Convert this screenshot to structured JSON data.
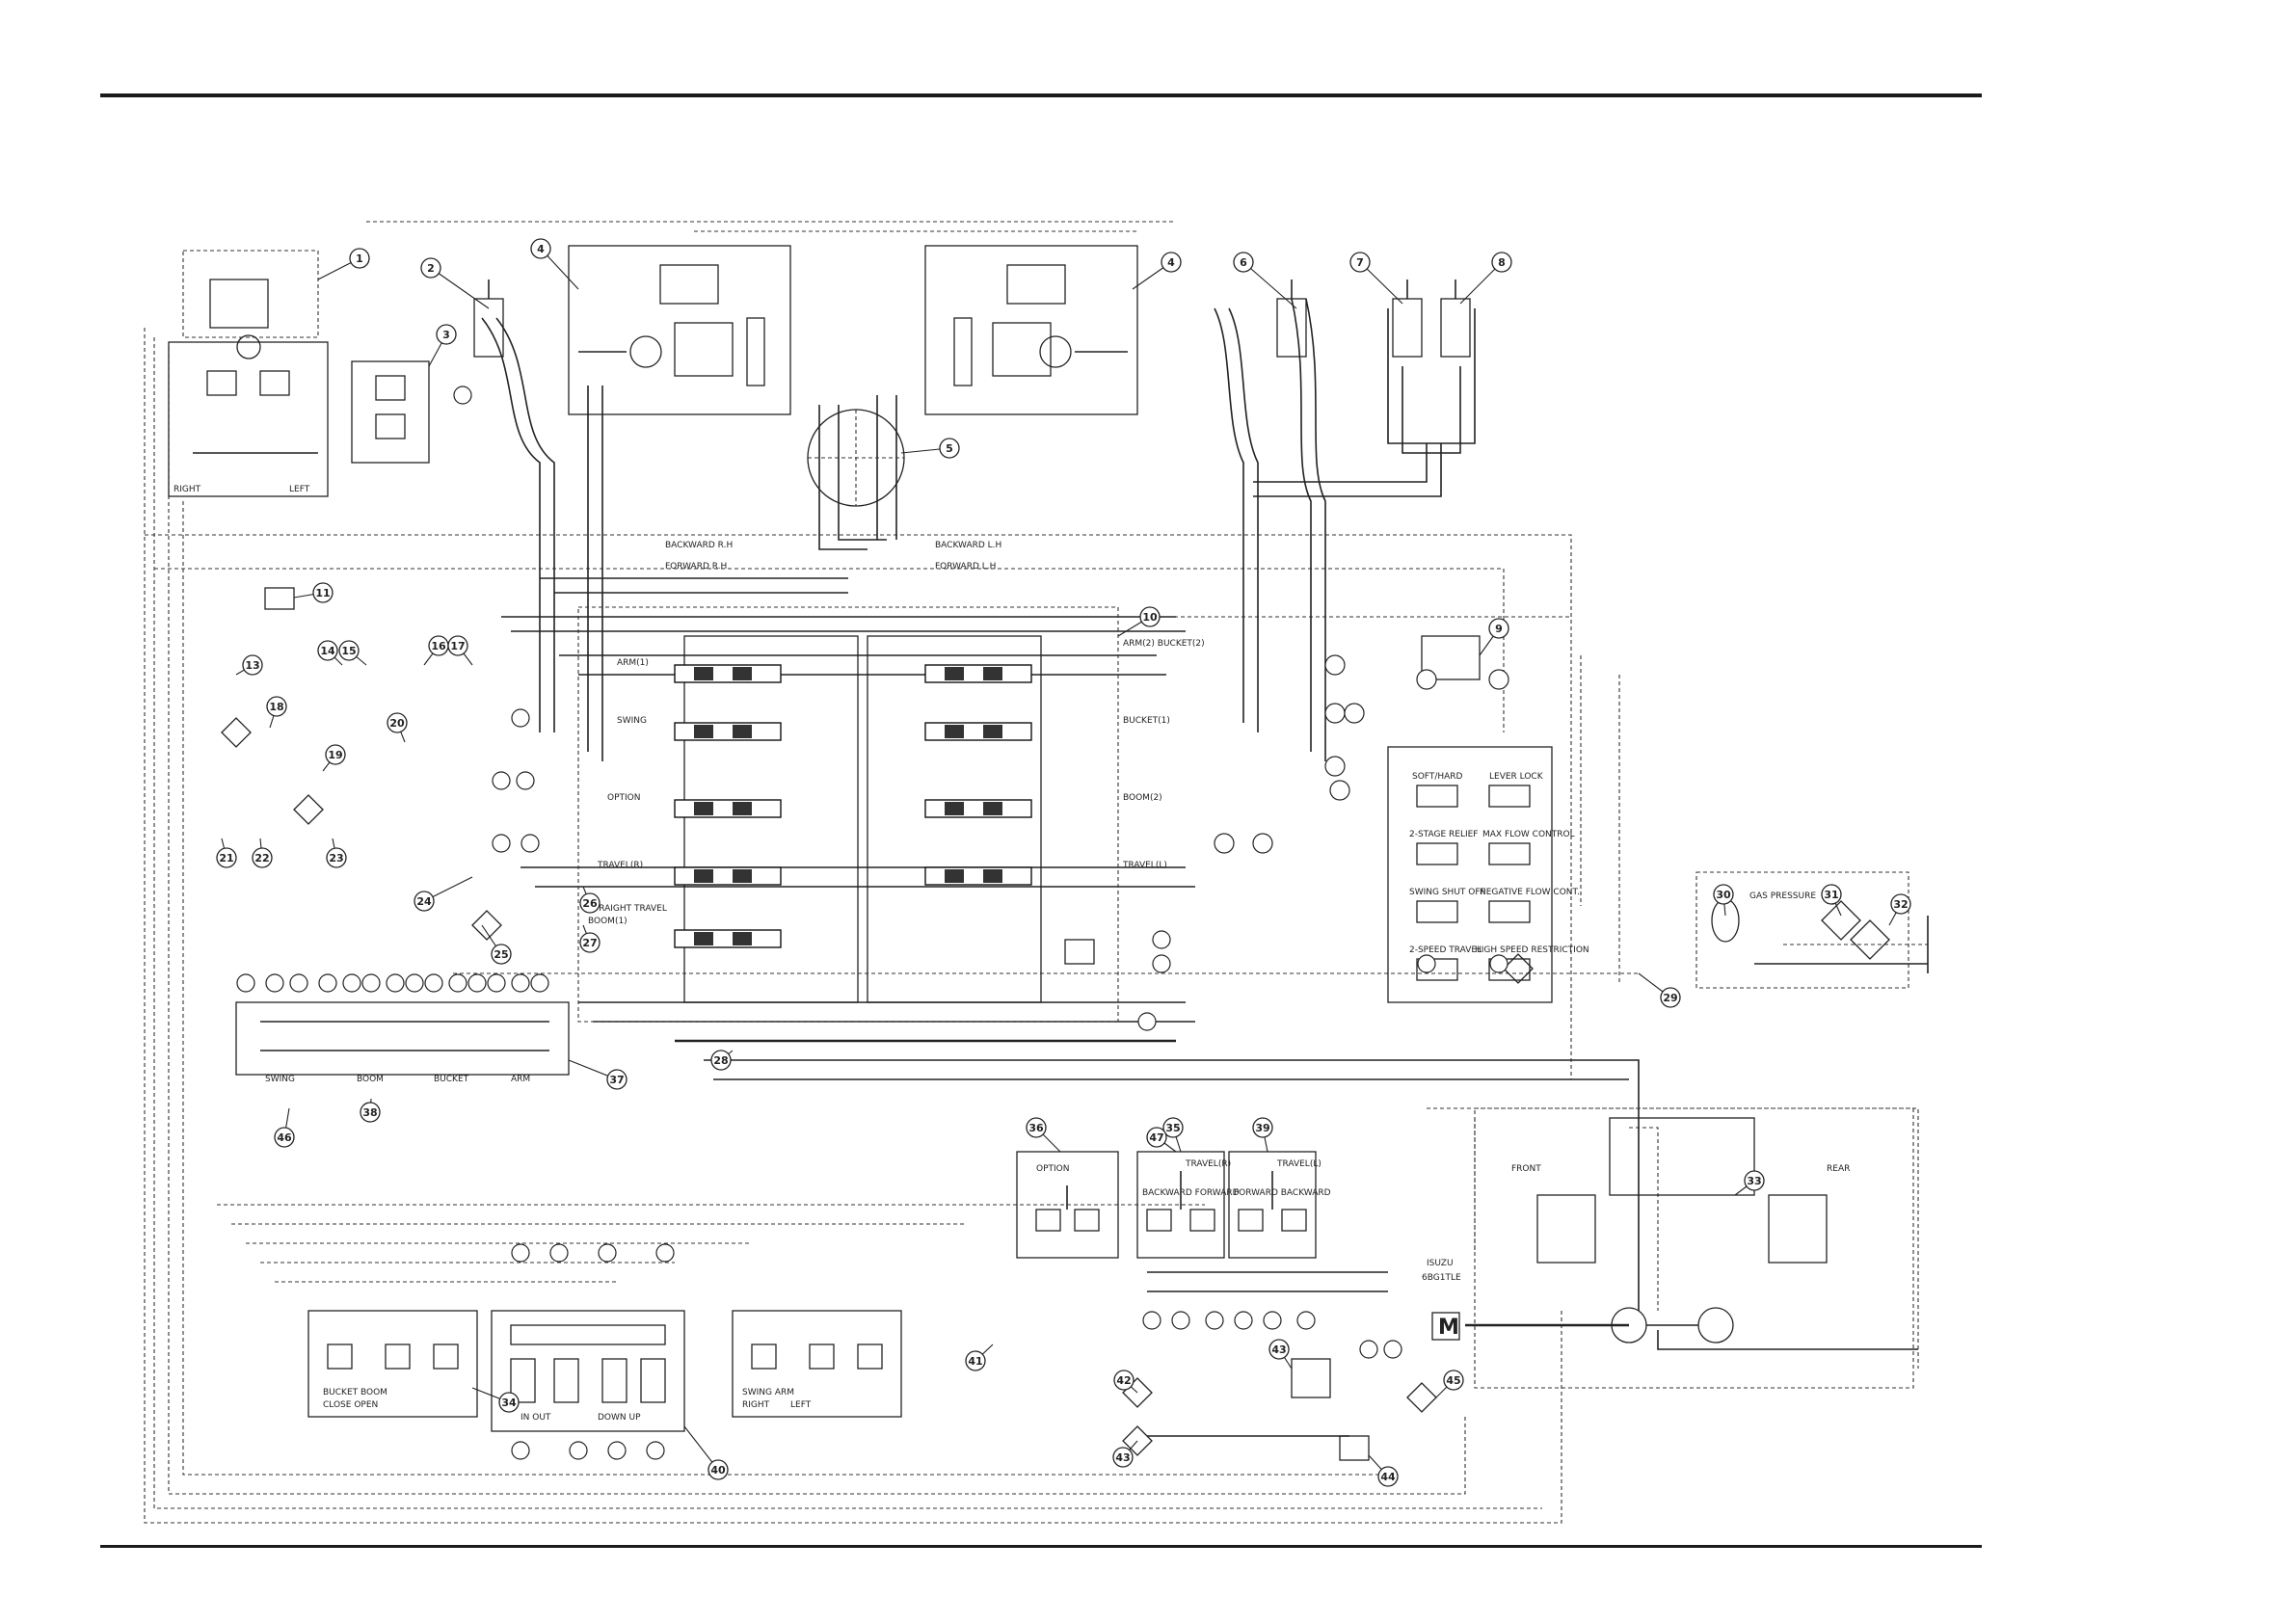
{
  "diagram": {
    "title": "",
    "labels": {
      "right": "RIGHT",
      "left": "LEFT",
      "backward_rh": "BACKWARD R.H",
      "forward_rh": "FORWARD R.H",
      "backward_lh": "BACKWARD L.H",
      "forward_lh": "FORWARD L.H",
      "arm1": "ARM(1)",
      "arm2_bucket": "ARM(2) BUCKET(2)",
      "swing": "SWING",
      "bucket1": "BUCKET(1)",
      "option": "OPTION",
      "boom2": "BOOM(2)",
      "travel_r": "TRAVEL(R)",
      "travel_l": "TRAVEL(L)",
      "straight_travel": "STRAIGHT TRAVEL",
      "boom1": "BOOM(1)",
      "soft_hard": "SOFT/HARD",
      "lever_lock": "LEVER LOCK",
      "two_stage_relief": "2-STAGE RELIEF",
      "max_flow_control": "MAX FLOW CONTROL",
      "swing_shut_off": "SWING SHUT OFF",
      "negative_flow_control": "NEGATIVE FLOW CONT.",
      "two_speed_travel": "2-SPEED TRAVEL",
      "high_speed_restriction": "HIGH SPEED RESTRICTION",
      "gas_pressure": "GAS PRESSURE",
      "front": "FRONT",
      "rear": "REAR",
      "isuzu": "ISUZU",
      "engine_model": "6BG1TLE",
      "motor": "M",
      "swing_lbl": "SWING",
      "boom_lbl": "BOOM",
      "bucket_lbl": "BUCKET",
      "arm_lbl": "ARM",
      "right_lbl": "RIGHT",
      "left_lbl": "LEFT",
      "close_open": "CLOSE  OPEN",
      "down_up": "DOWN   UP",
      "in_out": "IN   OUT",
      "bucket_boom_lbl": "BUCKET  BOOM",
      "swing_arm_lbl": "SWING   ARM",
      "option_lbl": "OPTION",
      "travel_r_lbl": "TRAVEL(R)",
      "travel_l_lbl": "TRAVEL(L)",
      "backward_forward": "BACKWARD  FORWARD",
      "forward_backward": "FORWARD  BACKWARD"
    },
    "callouts": [
      "1",
      "2",
      "3",
      "4",
      "4",
      "5",
      "6",
      "7",
      "8",
      "9",
      "10",
      "11",
      "13",
      "14",
      "15",
      "16",
      "17",
      "18",
      "19",
      "20",
      "21",
      "22",
      "23",
      "24",
      "25",
      "26",
      "27",
      "28",
      "29",
      "30",
      "31",
      "32",
      "33",
      "34",
      "35",
      "36",
      "37",
      "38",
      "39",
      "40",
      "41",
      "42",
      "43",
      "43",
      "44",
      "45",
      "46",
      "47"
    ]
  }
}
